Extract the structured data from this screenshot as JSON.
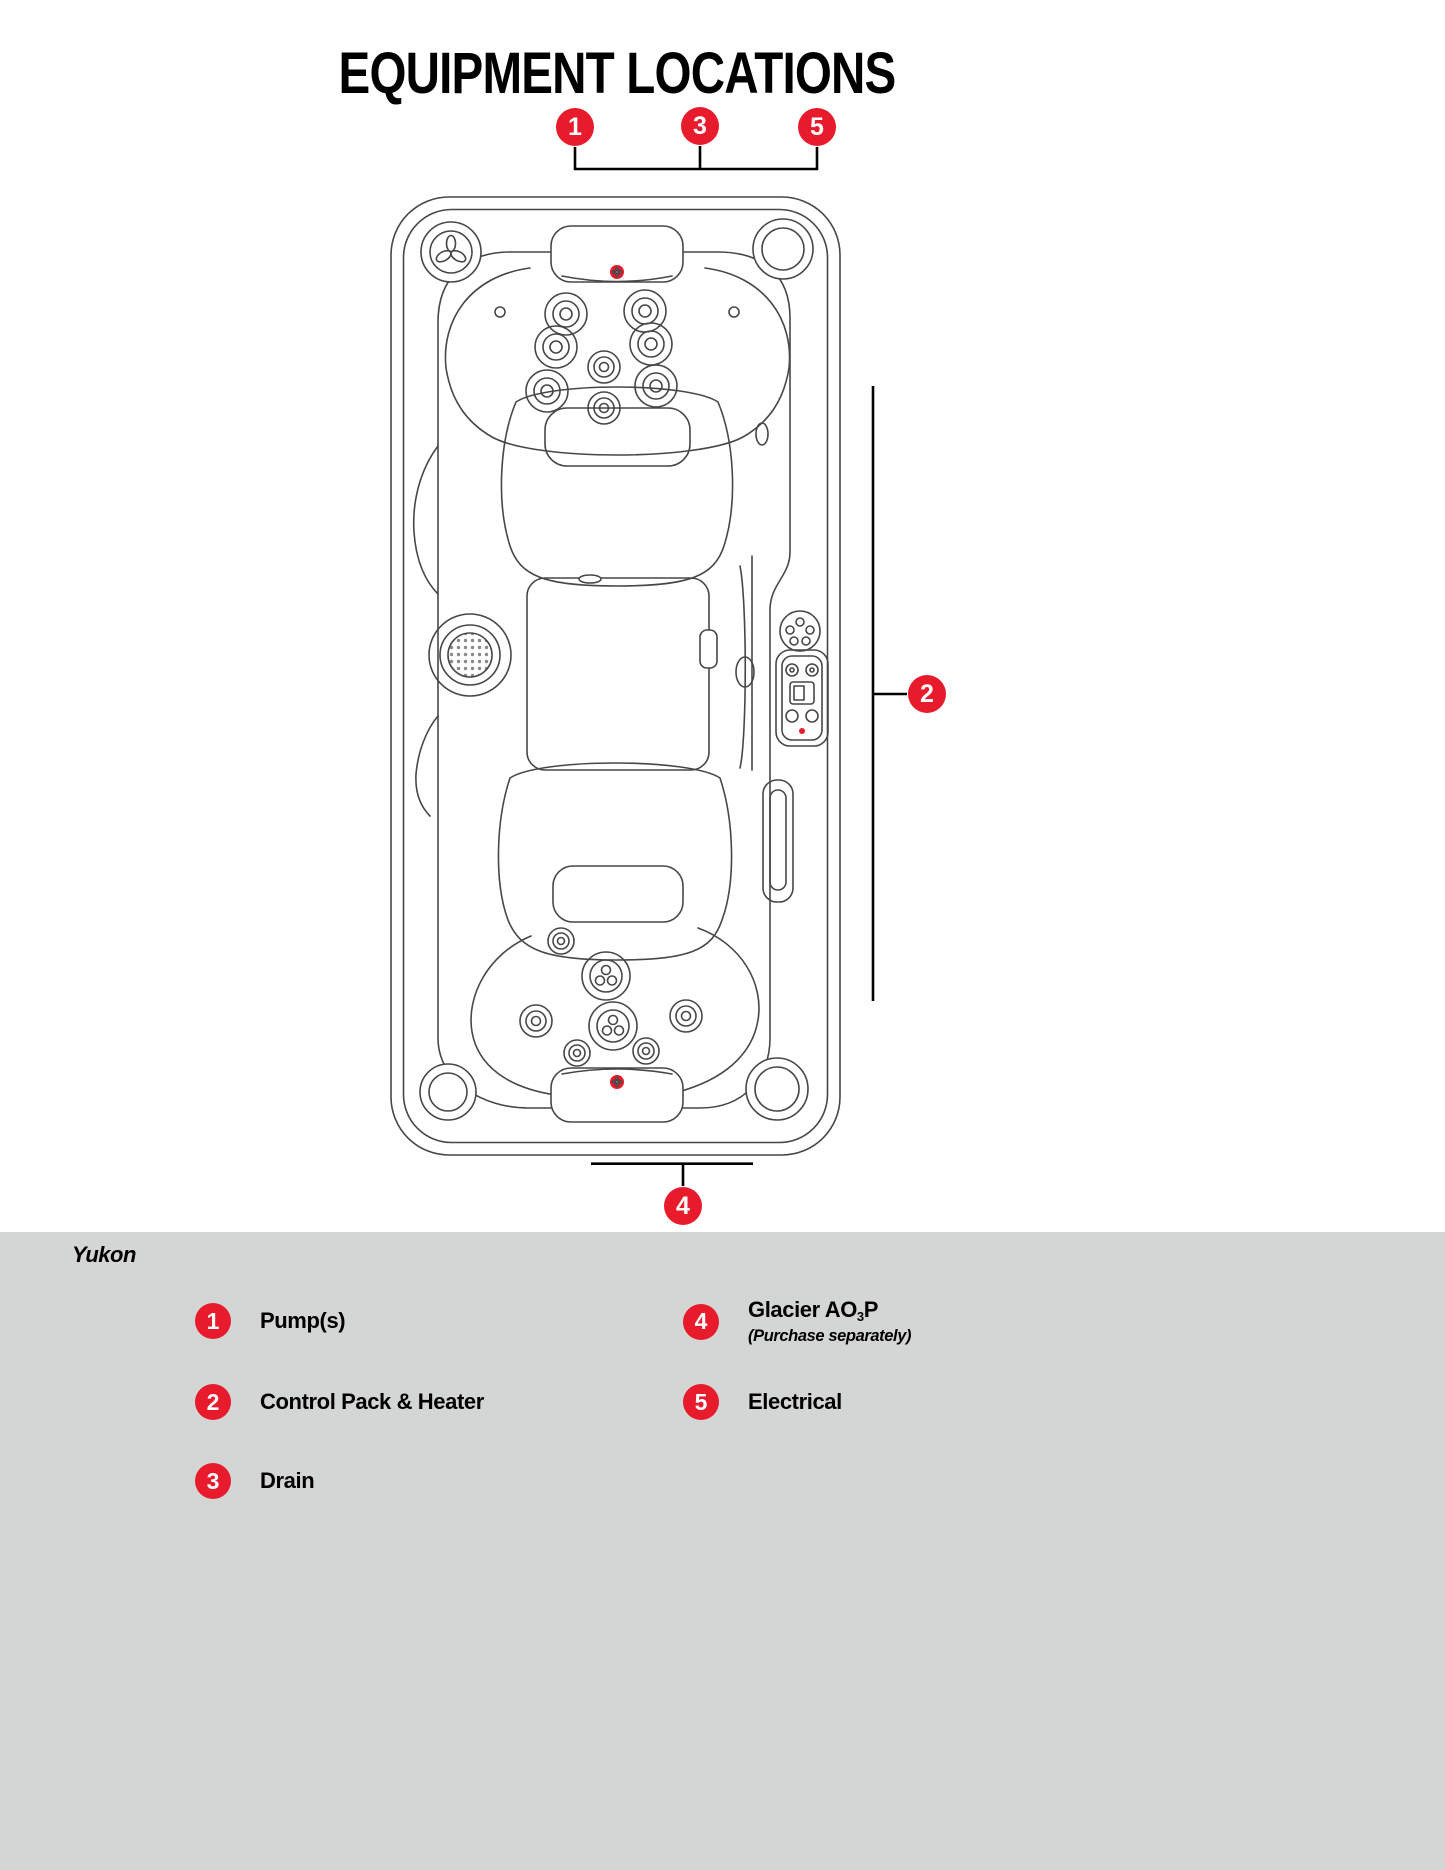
{
  "title": "EQUIPMENT LOCATIONS",
  "model": "Yukon",
  "colors": {
    "accent_red": "#e71b2c",
    "legend_background": "#d4d6d5",
    "line_art": "#474747"
  },
  "markers": {
    "pump": "1",
    "control_pack": "2",
    "drain": "3",
    "glacier": "4",
    "electrical": "5"
  },
  "legend": {
    "items": [
      {
        "number": "1",
        "label": "Pump(s)"
      },
      {
        "number": "2",
        "label": "Control Pack & Heater"
      },
      {
        "number": "3",
        "label": "Drain"
      },
      {
        "number": "4",
        "label": "Glacier AO",
        "label_sub": "3",
        "label_suffix": "P",
        "note": "(Purchase separately)"
      },
      {
        "number": "5",
        "label": "Electrical"
      }
    ]
  }
}
